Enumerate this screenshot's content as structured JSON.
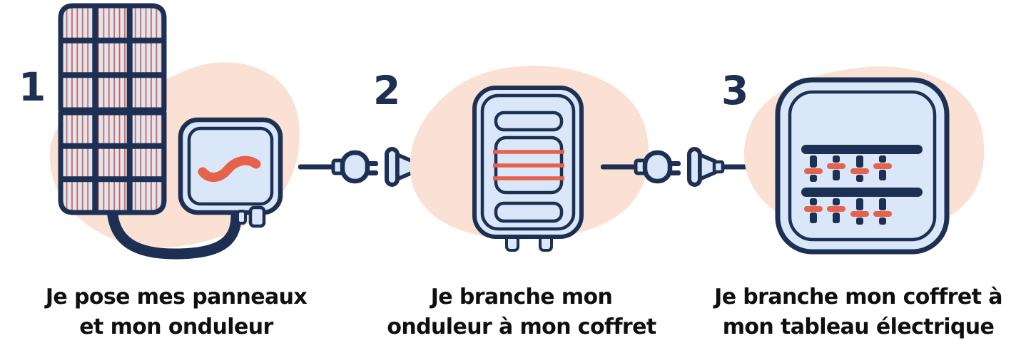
{
  "colors": {
    "navy": "#1d3054",
    "light_blue": "#d9e7f8",
    "orange": "#e7624a",
    "panel_line": "#e05c3a",
    "peach": "#fbe0d4",
    "text": "#0f0f0f",
    "background": "#ffffff"
  },
  "steps": [
    {
      "number": "1",
      "icon": "solar-panel-and-inverter-icon",
      "lines": [
        "Je pose mes panneaux",
        "et mon onduleur"
      ]
    },
    {
      "number": "2",
      "icon": "junction-box-icon",
      "lines": [
        "Je branche mon",
        "onduleur à mon coffret"
      ]
    },
    {
      "number": "3",
      "icon": "electrical-panel-icon",
      "lines": [
        "Je branche mon coffret à",
        "mon tableau électrique"
      ]
    }
  ],
  "connectors": [
    {
      "icon": "plug-and-socket-icon"
    },
    {
      "icon": "plug-and-socket-icon"
    }
  ]
}
